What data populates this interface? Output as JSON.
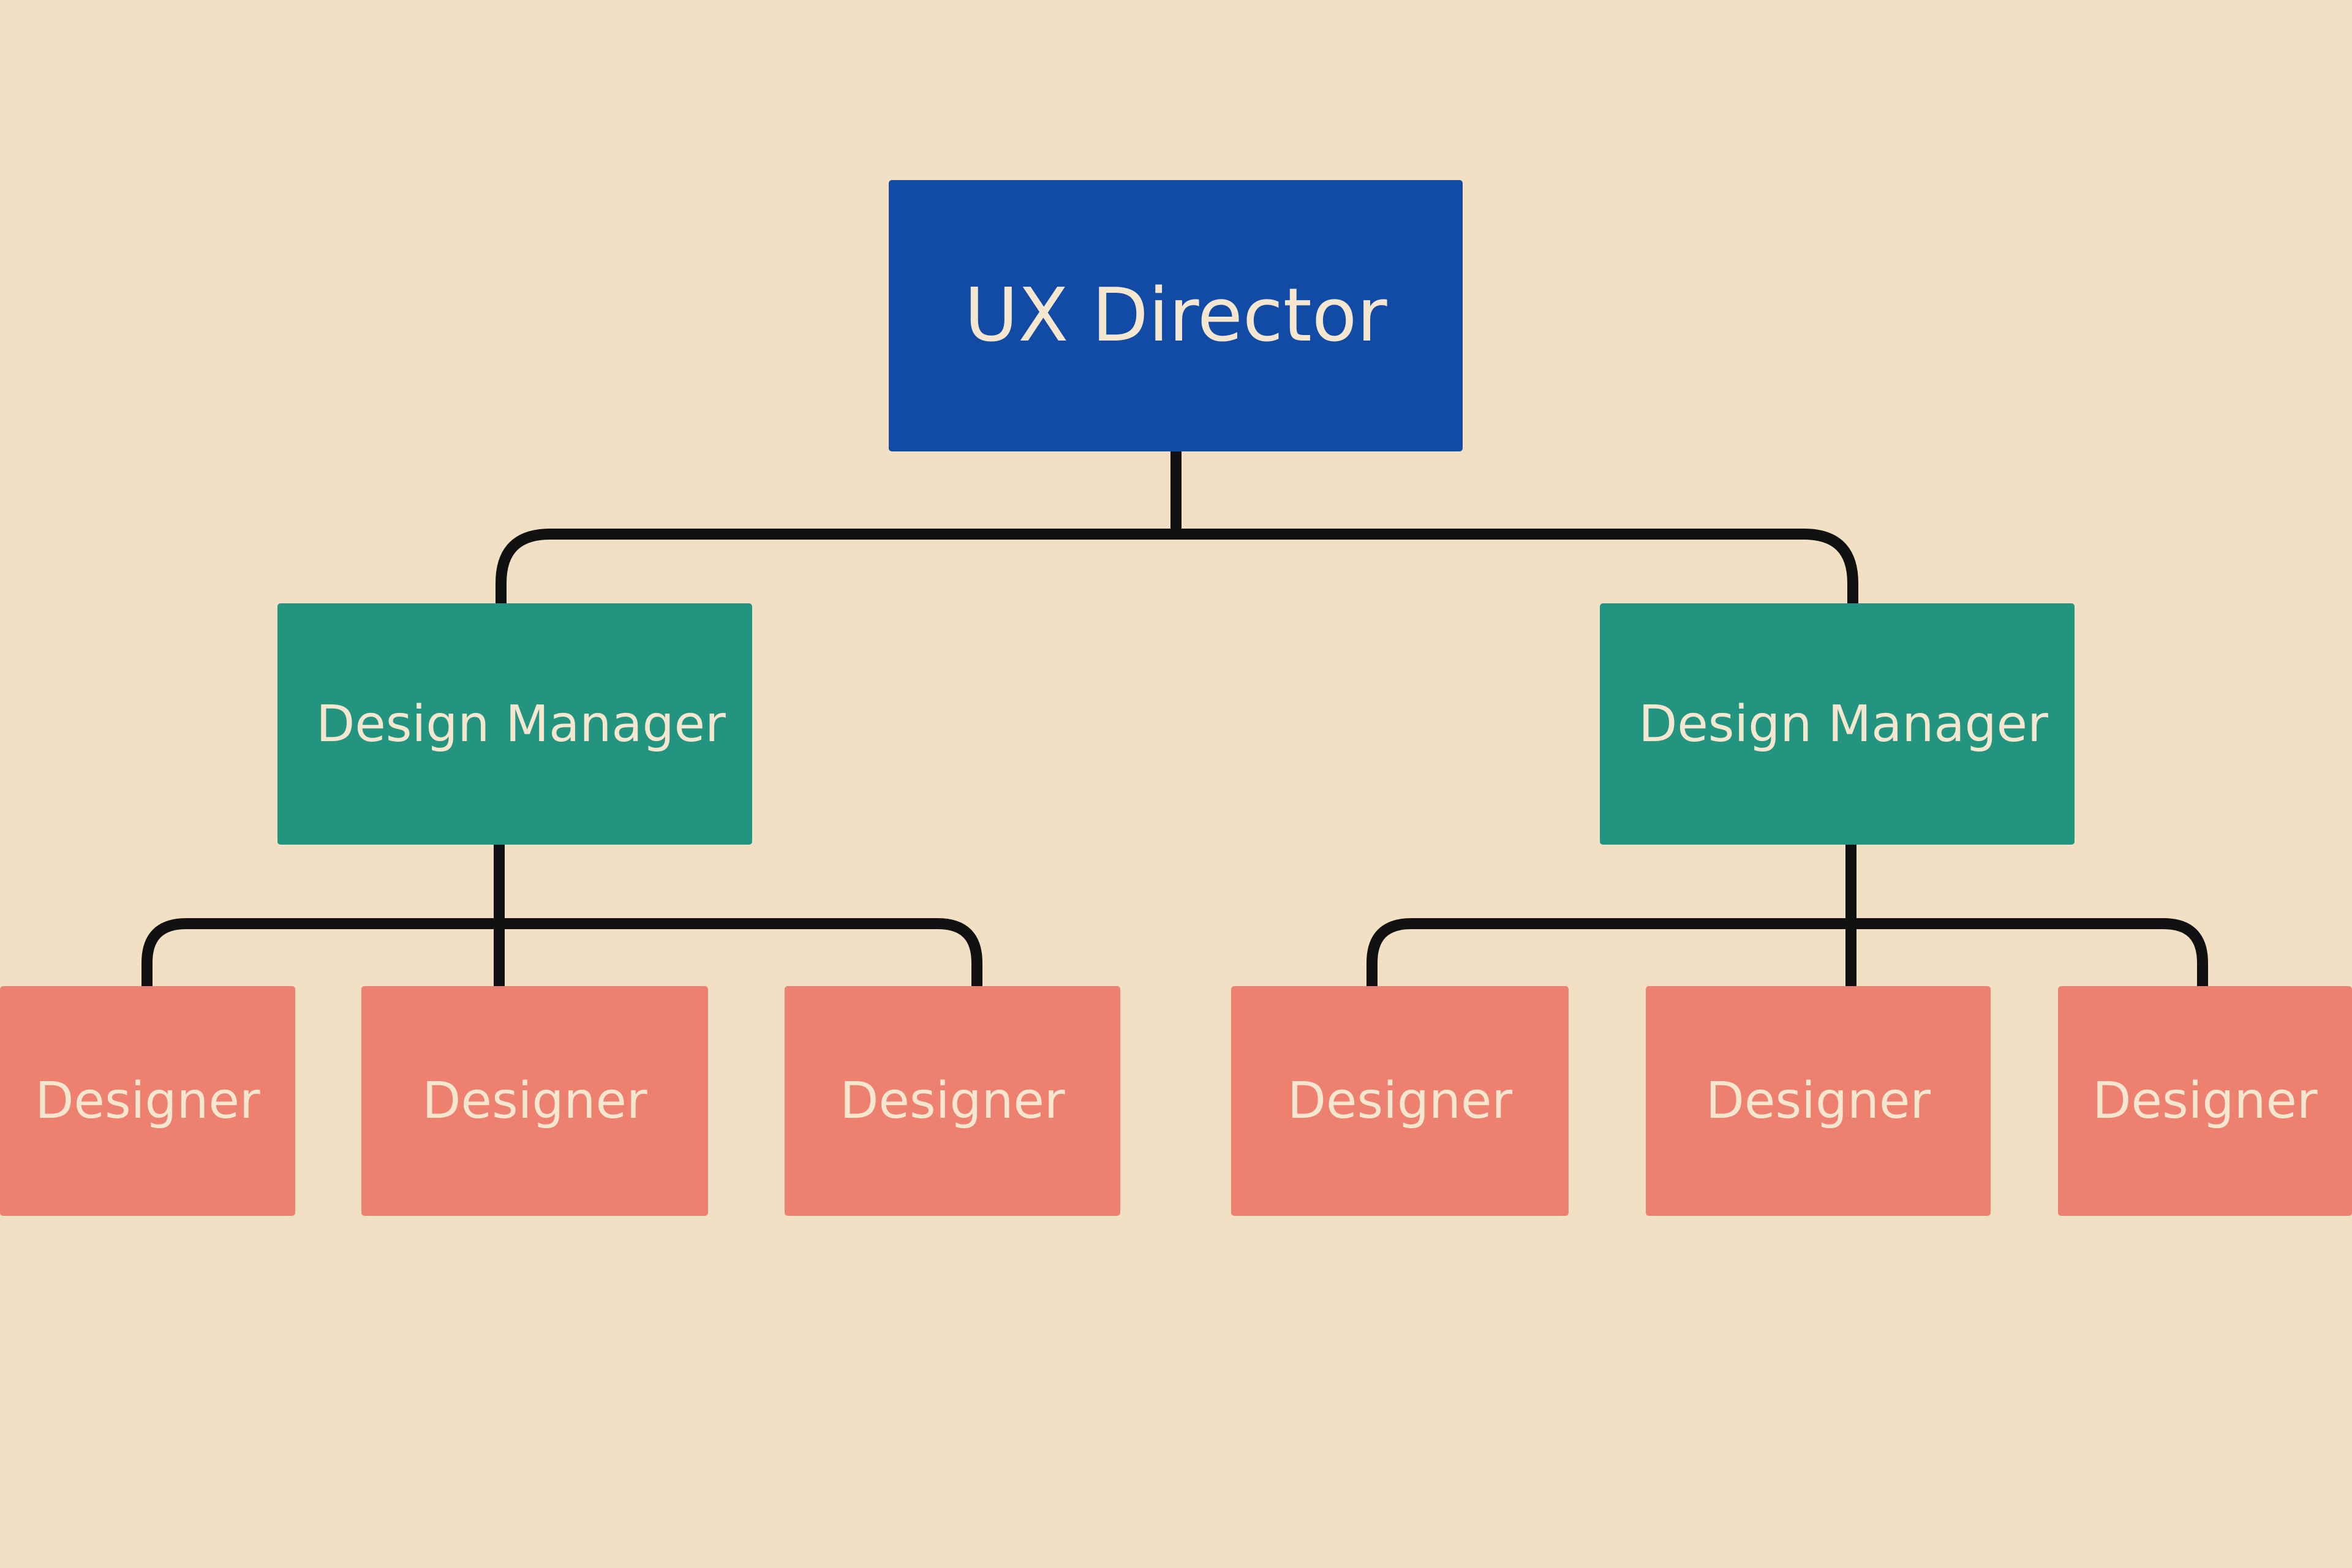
{
  "colors": {
    "background": "#f2e0c4",
    "director": "#124ba6",
    "manager": "#239480",
    "designer": "#ee8070",
    "connector": "#111111",
    "label": "#f4e6cf"
  },
  "org_chart": {
    "director": {
      "label": "UX Director"
    },
    "managers": [
      {
        "label": "Design Manager",
        "designers": [
          {
            "label": "Designer"
          },
          {
            "label": "Designer"
          },
          {
            "label": "Designer"
          }
        ]
      },
      {
        "label": "Design Manager",
        "designers": [
          {
            "label": "Designer"
          },
          {
            "label": "Designer"
          },
          {
            "label": "Designer"
          }
        ]
      }
    ]
  }
}
